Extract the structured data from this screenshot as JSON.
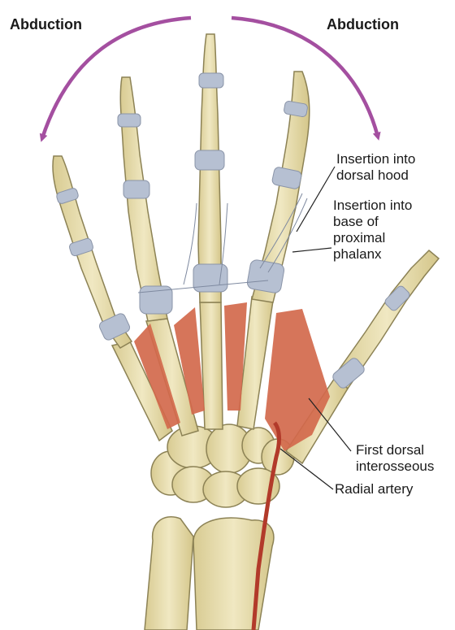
{
  "figure": {
    "labels": {
      "abduction_left": "Abduction",
      "abduction_right": "Abduction",
      "dorsal_hood": [
        "Insertion into",
        "dorsal hood"
      ],
      "proximal_phalanx": [
        "Insertion into",
        "base of",
        "proximal",
        "phalanx"
      ],
      "first_dorsal_interosseous": [
        "First dorsal",
        "interosseous"
      ],
      "radial_artery": "Radial artery"
    },
    "colors": {
      "bone": "#e7dcaa",
      "bone_outline": "#8c8255",
      "ligament": "#b6c0d2",
      "muscle": "#d2694c",
      "artery": "#b23a2a",
      "arrow": "#a44fa0",
      "leader_line": "#222222"
    }
  }
}
